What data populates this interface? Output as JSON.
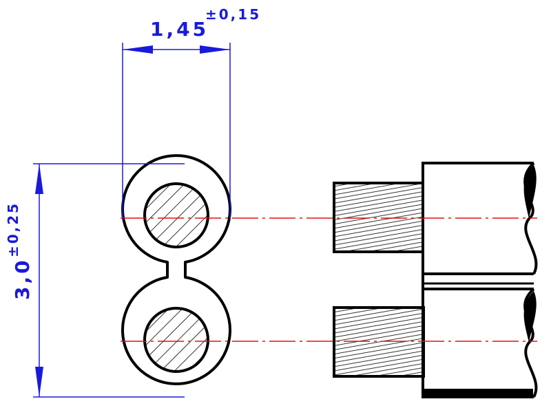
{
  "drawing": {
    "width_dimension": {
      "value": "1,45",
      "tolerance": "±0,15"
    },
    "height_dimension": {
      "value": "3,0",
      "tolerance": "±0,25"
    },
    "colors": {
      "outline": "#000000",
      "dimension": "#1a1adc",
      "centerline": "#e01010",
      "hatch": "#000000"
    }
  }
}
